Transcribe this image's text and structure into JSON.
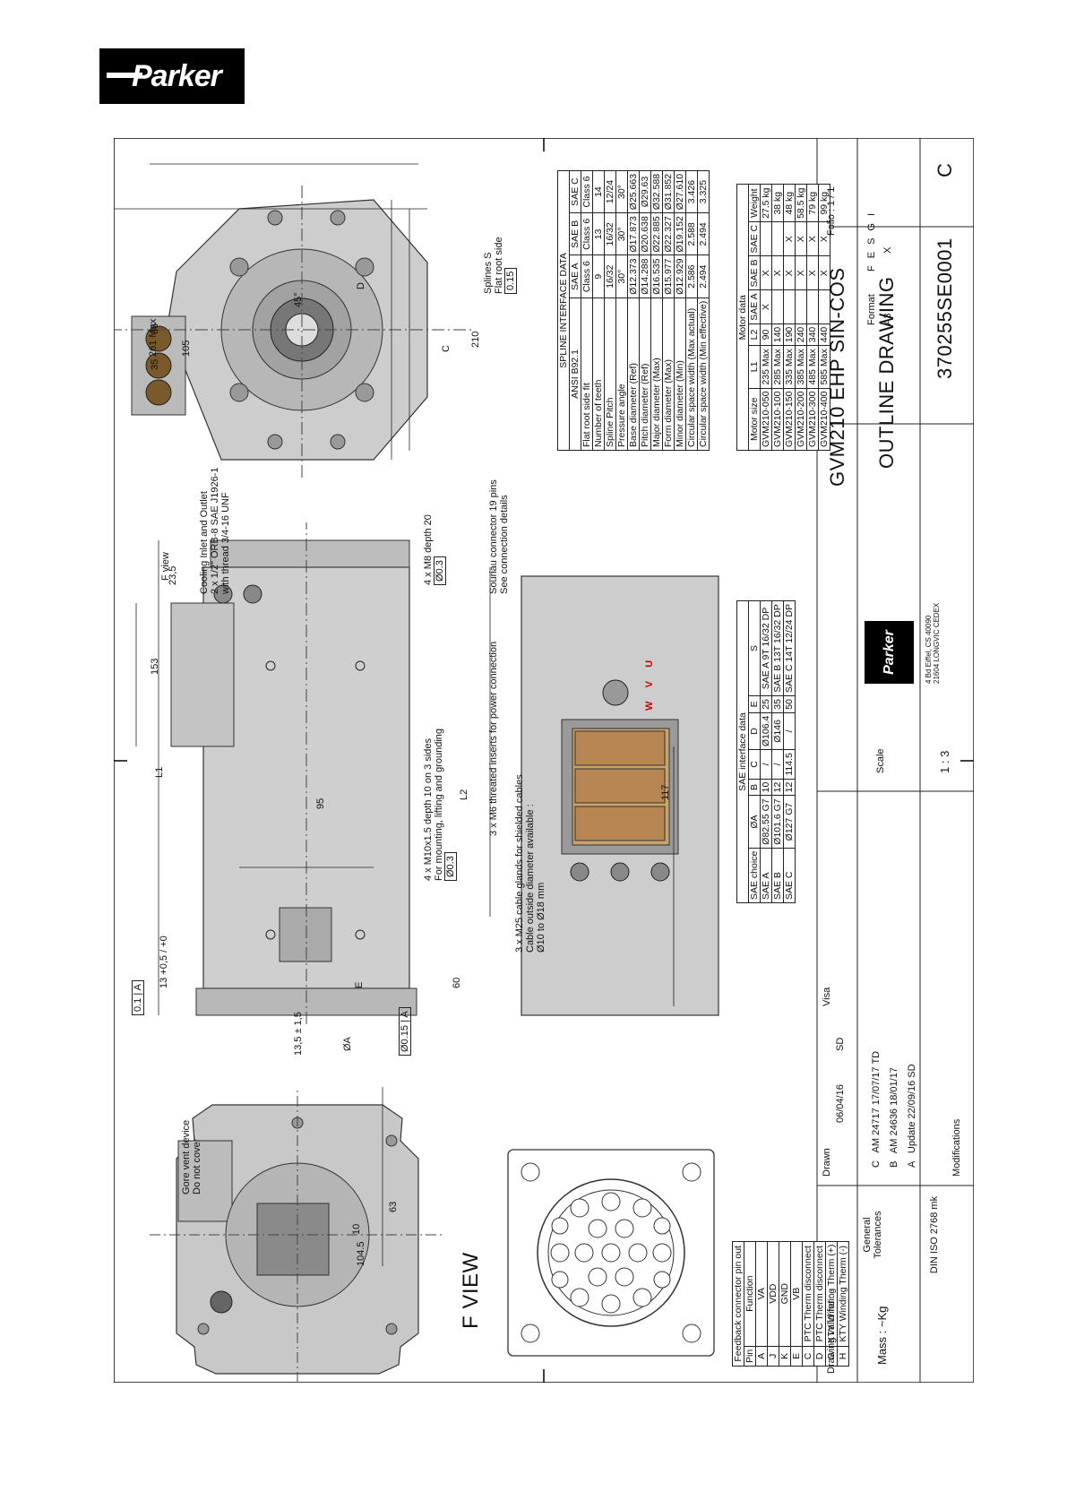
{
  "logo": {
    "text": "Parker"
  },
  "spline": {
    "title": "SPLINE INTERFACE DATA",
    "header": [
      "ANSI B92.1",
      "SAE A",
      "SAE B",
      "SAE C"
    ],
    "rows": [
      [
        "Flat root side fit",
        "Class 6",
        "Class 6",
        "Class 6"
      ],
      [
        "Number of teeth",
        "9",
        "13",
        "14"
      ],
      [
        "Spline Pitch",
        "16/32",
        "16/32",
        "12/24"
      ],
      [
        "Pressure angle",
        "30°",
        "30°",
        "30°"
      ],
      [
        "Base diameter (Ref)",
        "Ø12.373",
        "Ø17.873",
        "Ø25.663"
      ],
      [
        "Pitch diameter (Ref)",
        "Ø14.288",
        "Ø20.638",
        "Ø29.63"
      ],
      [
        "Major diameter (Max)",
        "Ø16.535",
        "Ø22.885",
        "Ø32.588"
      ],
      [
        "Form diameter (Max)",
        "Ø15.977",
        "Ø22.327",
        "Ø31.852"
      ],
      [
        "Minor diameter (Min)",
        "Ø12.929",
        "Ø19.152",
        "Ø27.610"
      ],
      [
        "Circular space width (Max actual)",
        "2.586",
        "2.588",
        "3.426"
      ],
      [
        "Circular space width (Min effective)",
        "2.494",
        "2.494",
        "3.325"
      ]
    ]
  },
  "motor": {
    "title": "Motor data",
    "header": [
      "Motor size",
      "L1",
      "L2",
      "SAE A",
      "SAE B",
      "SAE C",
      "Weight"
    ],
    "rows": [
      [
        "GVM210-050",
        "235 Max",
        "90",
        "X",
        "X",
        "",
        "27.5 kg"
      ],
      [
        "GVM210-100",
        "285 Max",
        "140",
        "",
        "X",
        "",
        "38 kg"
      ],
      [
        "GVM210-150",
        "335 Max",
        "190",
        "",
        "X",
        "X",
        "48 kg"
      ],
      [
        "GVM210-200",
        "385 Max",
        "240",
        "",
        "X",
        "X",
        "58.5 kg"
      ],
      [
        "GVM210-300",
        "485 Max",
        "340",
        "",
        "X",
        "X",
        "79 kg"
      ],
      [
        "GVM210-400",
        "585 Max",
        "440",
        "",
        "X",
        "X",
        "99 kg"
      ]
    ]
  },
  "sae": {
    "title": "SAE interface data",
    "header": [
      "SAE choice",
      "ØA",
      "B",
      "C",
      "D",
      "E",
      "S"
    ],
    "rows": [
      [
        "SAE A",
        "Ø82.55 G7",
        "10",
        "/",
        "Ø106.4",
        "25",
        "SAE A 9T 16/32 DP"
      ],
      [
        "SAE B",
        "Ø101.6 G7",
        "12",
        "/",
        "Ø146",
        "35",
        "SAE B 13T 16/32 DP"
      ],
      [
        "SAE C",
        "Ø127 G7",
        "12",
        "114.5",
        "/",
        "50",
        "SAE C 14T 12/24 DP"
      ]
    ]
  },
  "feedback": {
    "title": "Feedback connector pin out",
    "header": [
      "Pin",
      "Function"
    ],
    "rows": [
      [
        "A",
        "VA"
      ],
      [
        "J",
        "VDD"
      ],
      [
        "K",
        "GND"
      ],
      [
        "E",
        "VB"
      ],
      [
        "C",
        "PTC Therm disconnect"
      ],
      [
        "D",
        "PTC Therm disconnect"
      ],
      [
        "G",
        "KTY Winding Therm (+)"
      ],
      [
        "H",
        "KTY Winding Therm (-)"
      ]
    ]
  },
  "titleblock": {
    "valid_for": "Drawing valid for : -",
    "mass": "Mass :  ~Kg",
    "general_tol": "General Tolerances",
    "din": "DIN ISO 2768 mk",
    "drawn": "Drawn",
    "drawn_date": "06/04/16",
    "drawn_by": "SD",
    "visa": "Visa",
    "mods_label": "Modifications",
    "mods": [
      [
        "C",
        "AM 24717 17/07/17 TD"
      ],
      [
        "B",
        "AM 24636 18/01/17"
      ],
      [
        "A",
        "Update 22/09/16 SD"
      ]
    ],
    "scale_label": "Scale",
    "scale": "1 : 3",
    "address": [
      "4 Bd Eiffel, CS 40090",
      "21604 LONGVIC CEDEX"
    ],
    "product": "GVM210 EHP SIN-COS",
    "drawing_type": "OUTLINE DRAWING",
    "format_label": "Format",
    "format": "A3",
    "folio": "Folio : 1 / 1",
    "grid_letters": [
      "F",
      "E",
      "S",
      "G",
      "I"
    ],
    "grid_mark": "X",
    "drawing_number": "370255SE0001",
    "revision": "C"
  },
  "annotations": {
    "f_view": "F VIEW",
    "gore_vent": [
      "Gore vent device",
      "Do not cover"
    ],
    "cooling": [
      "Cooling Inlet and Outlet",
      "2 x 1/2\" ORB-8 SAE J1926-1",
      "with thread 3/4-16 UNF"
    ],
    "m8": "4 x M8 depth 20",
    "pos03": "Ø0.3",
    "splines": [
      "Splines S",
      "Flat root side"
    ],
    "runout": "0.15",
    "m10": [
      "4 x M10x1.5 depth 10 on 3 sides",
      "For mounting, lifting and grounding"
    ],
    "m6": "3 x M6 threated inserts for power connection",
    "glands": [
      "3 x M25 cable glands for shielded cables",
      "Cable outside diameter available :",
      "Ø10 to Ø18 mm"
    ],
    "souriau": [
      "Souriau connector 19 pins",
      "See connection details"
    ],
    "f_view_arrow": "F view",
    "perp": "0.1",
    "conc": "Ø0.15",
    "datum": "A",
    "phase_labels": [
      "W",
      "V",
      "U"
    ]
  },
  "dims": {
    "d261": "261 Max",
    "d105": "105",
    "d35a": "35",
    "d35b": "35",
    "d210": "210",
    "c": "C",
    "d45": "45°",
    "D": "D",
    "d153": "153",
    "d23_5": "23,5",
    "d95": "95",
    "L1": "L1",
    "L2": "L2",
    "d117": "117",
    "d60": "60",
    "d13": "13 +0,5 / +0",
    "E": "E",
    "d13_5": "13,5 ± 1,5",
    "A": "ØA",
    "d63": "63",
    "d10": "10",
    "d104": "104.5"
  }
}
